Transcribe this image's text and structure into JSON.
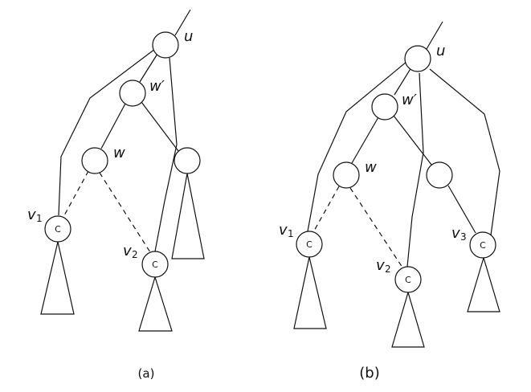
{
  "diagram_a": {
    "caption": "(a)",
    "labels": {
      "u": "u",
      "w_prime": "w′",
      "w": "w",
      "v1": "v",
      "v1_sub": "1",
      "v2": "v",
      "v2_sub": "2"
    },
    "c_marks": {
      "v1": "C",
      "v2": "C"
    }
  },
  "diagram_b": {
    "caption": "(b)",
    "labels": {
      "u": "u",
      "w_prime": "w′",
      "w": "w",
      "v1": "v",
      "v1_sub": "1",
      "v2": "v",
      "v2_sub": "2",
      "v3": "v",
      "v3_sub": "3"
    },
    "c_marks": {
      "v1": "C",
      "v2": "C",
      "v3": "C"
    }
  }
}
